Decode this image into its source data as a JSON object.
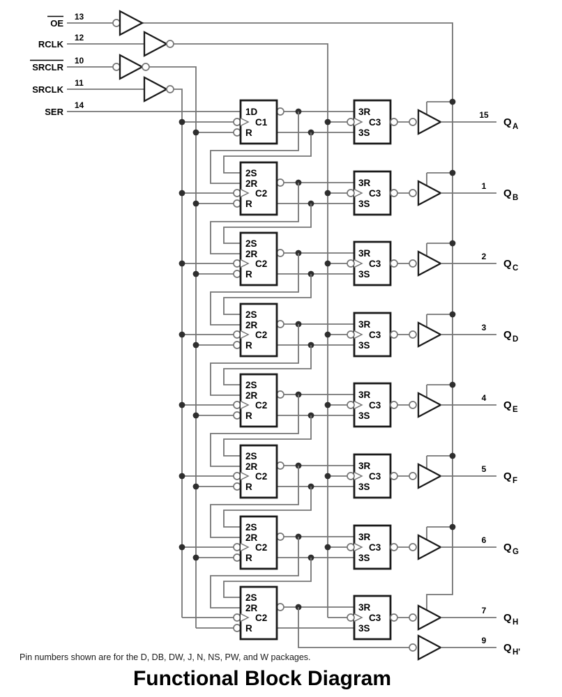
{
  "title": "Functional Block Diagram",
  "note": "Pin numbers shown are for the D, DB, DW, J, N, NS, PW, and W packages.",
  "colors": {
    "wire": "#757575",
    "outline": "#1a1a1a",
    "dot": "#2e2e2e",
    "text": "#000000",
    "background": "#ffffff"
  },
  "inputs": [
    {
      "id": "oe",
      "label": "OE",
      "overline": true,
      "pin": "13",
      "inverting_input": true,
      "inverting_output": false
    },
    {
      "id": "rclk",
      "label": "RCLK",
      "overline": false,
      "pin": "12",
      "inverting_input": false,
      "inverting_output": true
    },
    {
      "id": "srclr",
      "label": "SRCLR",
      "overline": true,
      "pin": "10",
      "inverting_input": true,
      "inverting_output": true
    },
    {
      "id": "srclk",
      "label": "SRCLK",
      "overline": false,
      "pin": "11",
      "inverting_input": false,
      "inverting_output": true
    },
    {
      "id": "ser",
      "label": "SER",
      "overline": false,
      "pin": "14",
      "buffer": false
    }
  ],
  "stages": [
    {
      "letter": "A",
      "ff_rows": [
        "1D",
        "C1",
        "R"
      ],
      "latch_rows": [
        "3R",
        "C3",
        "3S"
      ],
      "output": {
        "pin": "15",
        "label": "Q",
        "sub": "A"
      }
    },
    {
      "letter": "B",
      "ff_rows": [
        "2S",
        "2R",
        "C2",
        "R"
      ],
      "latch_rows": [
        "3R",
        "C3",
        "3S"
      ],
      "output": {
        "pin": "1",
        "label": "Q",
        "sub": "B"
      }
    },
    {
      "letter": "C",
      "ff_rows": [
        "2S",
        "2R",
        "C2",
        "R"
      ],
      "latch_rows": [
        "3R",
        "C3",
        "3S"
      ],
      "output": {
        "pin": "2",
        "label": "Q",
        "sub": "C"
      }
    },
    {
      "letter": "D",
      "ff_rows": [
        "2S",
        "2R",
        "C2",
        "R"
      ],
      "latch_rows": [
        "3R",
        "C3",
        "3S"
      ],
      "output": {
        "pin": "3",
        "label": "Q",
        "sub": "D"
      }
    },
    {
      "letter": "E",
      "ff_rows": [
        "2S",
        "2R",
        "C2",
        "R"
      ],
      "latch_rows": [
        "3R",
        "C3",
        "3S"
      ],
      "output": {
        "pin": "4",
        "label": "Q",
        "sub": "E"
      }
    },
    {
      "letter": "F",
      "ff_rows": [
        "2S",
        "2R",
        "C2",
        "R"
      ],
      "latch_rows": [
        "3R",
        "C3",
        "3S"
      ],
      "output": {
        "pin": "5",
        "label": "Q",
        "sub": "F"
      }
    },
    {
      "letter": "G",
      "ff_rows": [
        "2S",
        "2R",
        "C2",
        "R"
      ],
      "latch_rows": [
        "3R",
        "C3",
        "3S"
      ],
      "output": {
        "pin": "6",
        "label": "Q",
        "sub": "G"
      }
    },
    {
      "letter": "H",
      "ff_rows": [
        "2S",
        "2R",
        "C2",
        "R"
      ],
      "latch_rows": [
        "3R",
        "C3",
        "3S"
      ],
      "output": {
        "pin": "7",
        "label": "Q",
        "sub": "H"
      }
    }
  ],
  "extra_output": {
    "pin": "9",
    "label": "Q",
    "sub": "H'"
  }
}
